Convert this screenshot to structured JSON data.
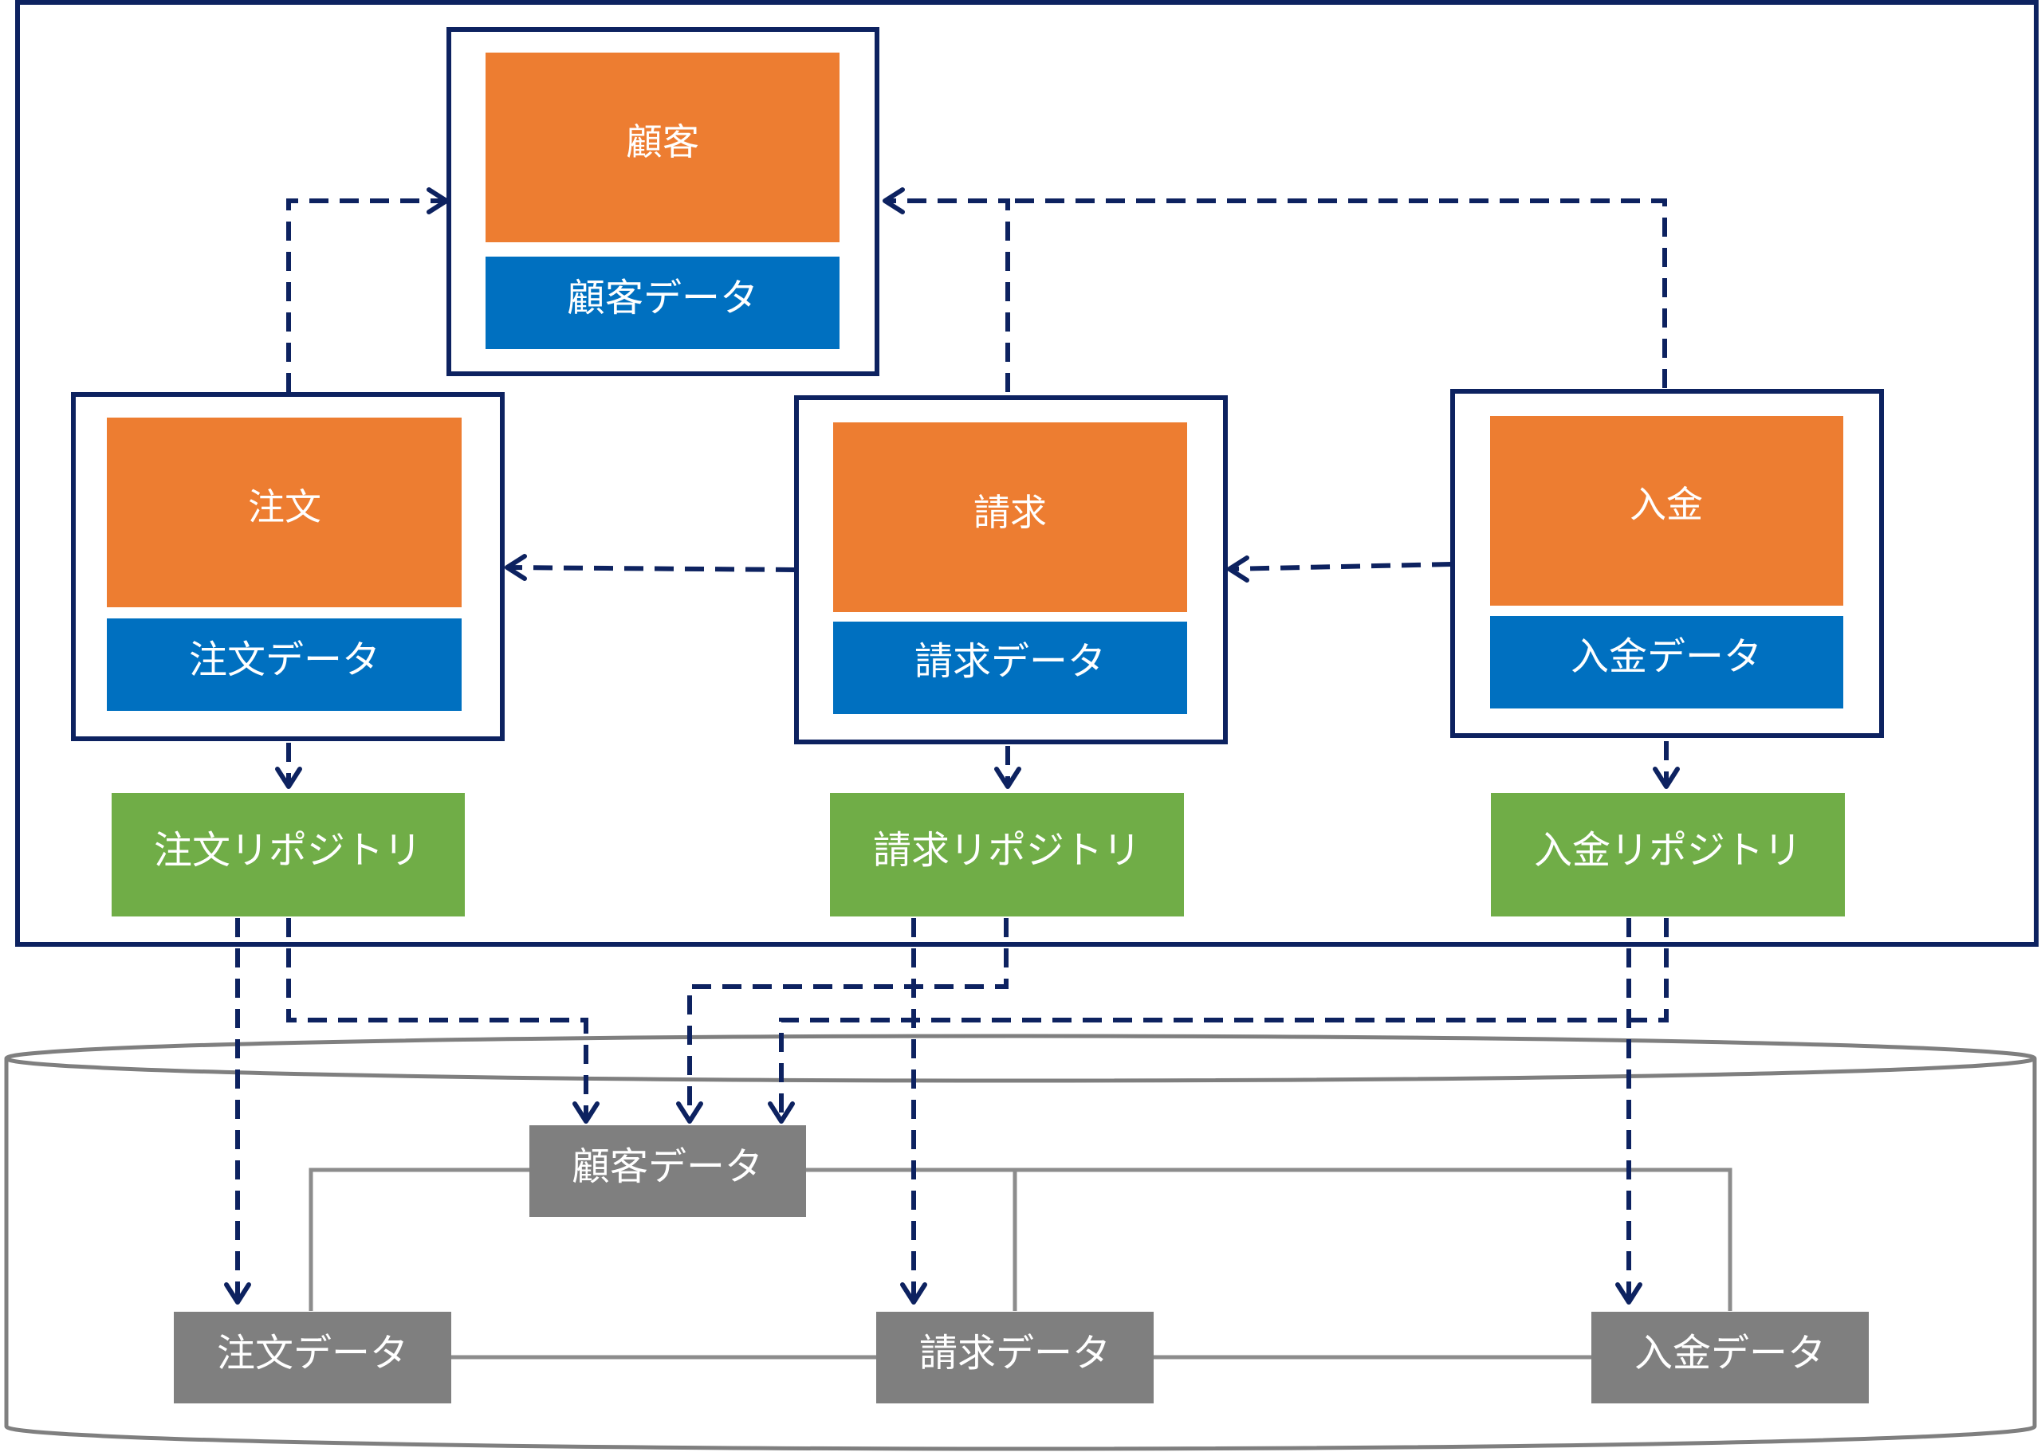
{
  "modules": {
    "customer": {
      "title": "顧客",
      "data": "顧客データ"
    },
    "order": {
      "title": "注文",
      "data": "注文データ"
    },
    "billing": {
      "title": "請求",
      "data": "請求データ"
    },
    "payment": {
      "title": "入金",
      "data": "入金データ"
    }
  },
  "repositories": {
    "order": "注文リポジトリ",
    "billing": "請求リポジトリ",
    "payment": "入金リポジトリ"
  },
  "database": {
    "tables": {
      "customer": "顧客データ",
      "order": "注文データ",
      "billing": "請求データ",
      "payment": "入金データ"
    }
  },
  "colors": {
    "navy": "#0d2260",
    "orange": "#ed7d31",
    "blue": "#0070c0",
    "green": "#70ad47",
    "gray": "#7f7f7f"
  }
}
